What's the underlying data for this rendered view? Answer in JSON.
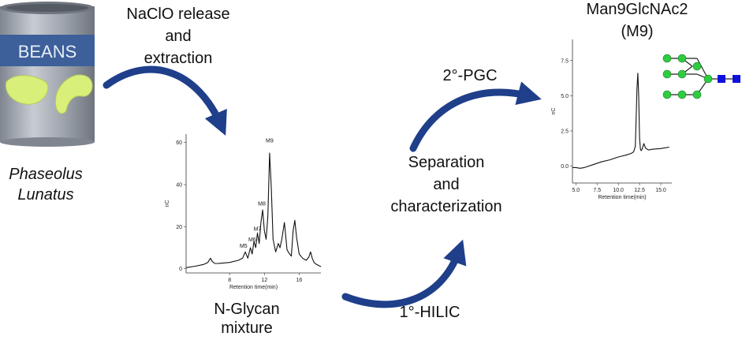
{
  "can": {
    "label": "BEANS",
    "color_body": "#a3a9b3",
    "color_band": "#3d5f9a",
    "color_bean": "#d8f07a"
  },
  "source": {
    "line1": "Phaseolus",
    "line2": "Lunatus"
  },
  "step1": {
    "line1": "NaClO release",
    "line2": "and",
    "line3": "extraction"
  },
  "mixture": {
    "line1": "N-Glycan",
    "line2": "mixture"
  },
  "hilic": {
    "label": "1°-HILIC"
  },
  "pgc": {
    "label": "2°-PGC"
  },
  "sepchar": {
    "line1": "Separation",
    "line2": "and",
    "line3": "characterization"
  },
  "product": {
    "line1": "Man9GlcNAc2",
    "line2": "(M9)"
  },
  "colors": {
    "arrow": "#1f3f8a",
    "mannose": "#2ecc40",
    "glcnac": "#1010dd"
  },
  "icons": [
    "bean-can-icon",
    "curved-arrow-icon",
    "glycan-structure-icon"
  ],
  "chart_data": [
    {
      "type": "line",
      "xlabel": "Retention time(min)",
      "ylabel": "nC",
      "xticks": [
        8,
        12,
        16
      ],
      "yticks": [
        0,
        20,
        40,
        60
      ],
      "xlim": [
        3,
        18.5
      ],
      "ylim": [
        -2,
        64
      ],
      "annotations": [
        {
          "text": "M5",
          "x": 9.6,
          "y": 10
        },
        {
          "text": "M6",
          "x": 10.6,
          "y": 13
        },
        {
          "text": "M7",
          "x": 11.2,
          "y": 18
        },
        {
          "text": "M8",
          "x": 11.7,
          "y": 30
        },
        {
          "text": "M9",
          "x": 12.6,
          "y": 60
        }
      ],
      "x": [
        3.0,
        4.0,
        5.0,
        5.5,
        5.8,
        6.0,
        6.3,
        6.6,
        7.0,
        8.0,
        9.0,
        9.5,
        9.8,
        10.1,
        10.4,
        10.6,
        10.8,
        11.0,
        11.2,
        11.4,
        11.6,
        11.8,
        12.0,
        12.2,
        12.4,
        12.6,
        12.8,
        13.0,
        13.3,
        13.6,
        13.8,
        14.0,
        14.3,
        14.6,
        14.9,
        15.1,
        15.3,
        15.5,
        15.7,
        16.0,
        16.4,
        16.8,
        17.1,
        17.3,
        17.5,
        17.7,
        18.0,
        18.5
      ],
      "y": [
        0.5,
        1.2,
        2.0,
        3.0,
        5.0,
        3.5,
        2.5,
        2.5,
        2.6,
        3.0,
        4.0,
        5.0,
        8.0,
        5.0,
        10.0,
        7.0,
        13.0,
        10.0,
        17.0,
        12.0,
        22.0,
        28.0,
        18.0,
        14.0,
        25.0,
        55.0,
        38.0,
        14.0,
        8.0,
        12.0,
        10.0,
        14.0,
        22.0,
        9.0,
        7.0,
        6.0,
        18.0,
        23.0,
        15.0,
        7.0,
        5.0,
        4.0,
        5.5,
        8.0,
        5.0,
        3.0,
        2.0,
        1.0
      ]
    },
    {
      "type": "line",
      "xlabel": "Retention time(min)",
      "ylabel": "nC",
      "xticks": [
        5.0,
        7.5,
        10.0,
        12.5,
        15.0
      ],
      "yticks": [
        0.0,
        2.5,
        5.0,
        7.5
      ],
      "xlim": [
        4.6,
        16.3
      ],
      "ylim": [
        -1.2,
        9.0
      ],
      "x": [
        4.6,
        5.0,
        5.5,
        6.0,
        7.0,
        8.0,
        9.0,
        10.0,
        11.0,
        11.5,
        11.8,
        12.0,
        12.1,
        12.2,
        12.3,
        12.4,
        12.5,
        12.6,
        12.7,
        12.8,
        13.0,
        13.2,
        13.4,
        13.6,
        14.0,
        15.0,
        16.0
      ],
      "y": [
        -0.1,
        -0.1,
        -0.15,
        -0.1,
        0.1,
        0.3,
        0.45,
        0.65,
        0.8,
        0.9,
        1.0,
        1.4,
        3.5,
        5.5,
        6.6,
        5.0,
        2.0,
        1.2,
        1.1,
        1.2,
        1.6,
        1.3,
        1.2,
        1.15,
        1.2,
        1.25,
        1.35
      ]
    }
  ]
}
